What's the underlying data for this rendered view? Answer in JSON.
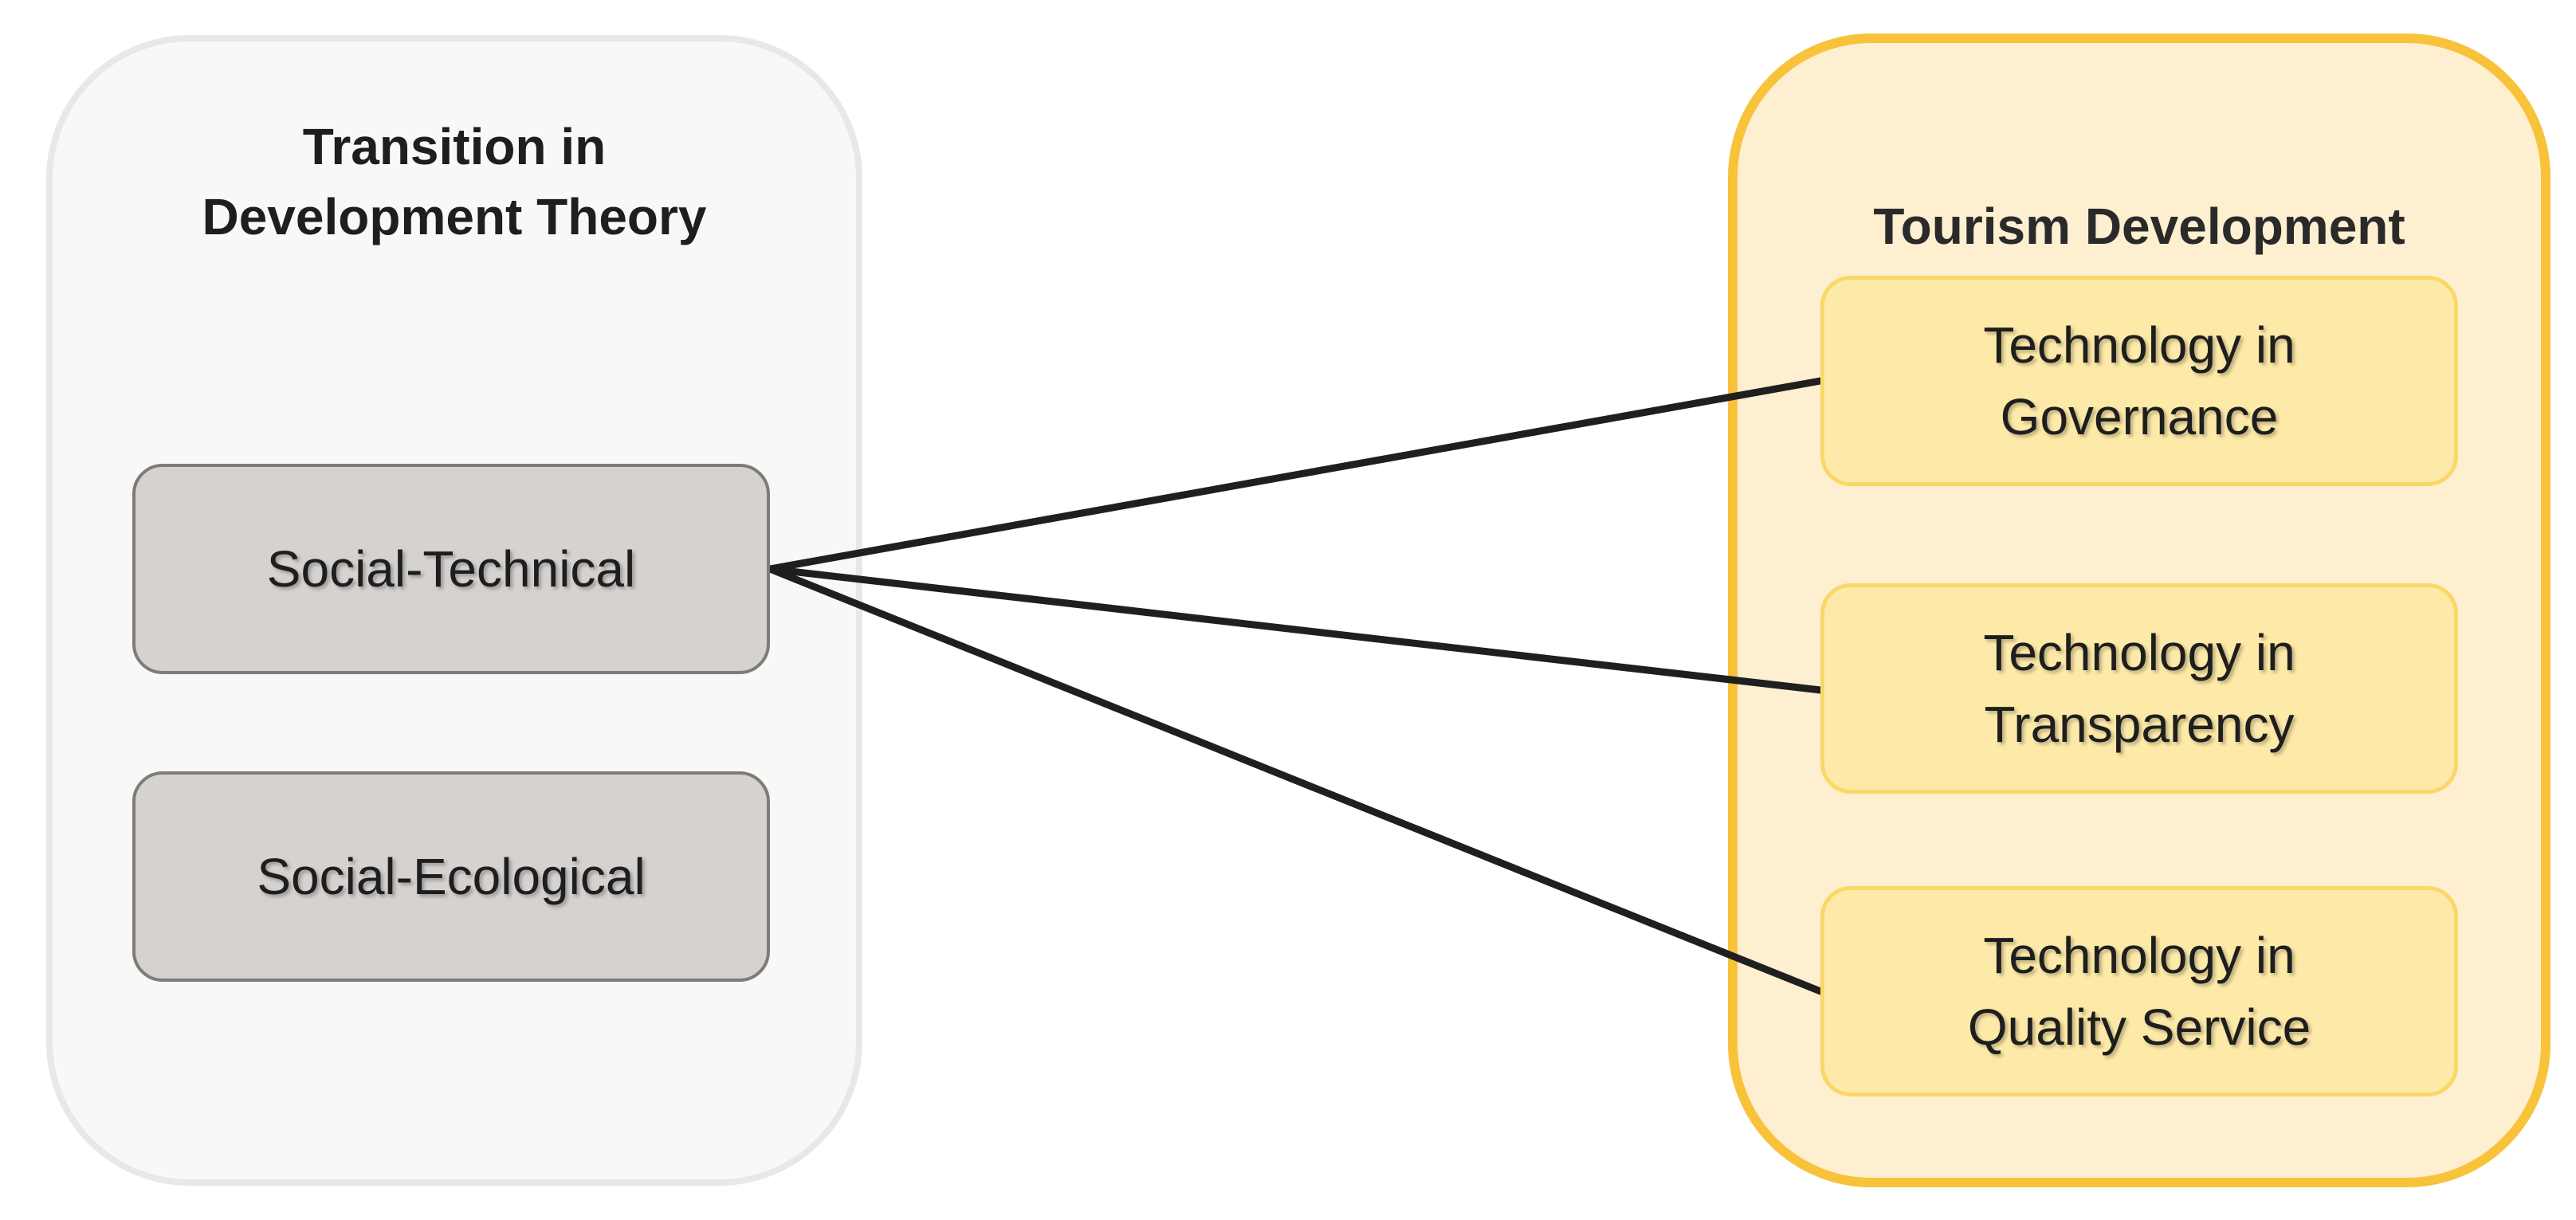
{
  "left_group": {
    "title": "Transition in\nDevelopment Theory",
    "nodes": [
      {
        "id": "social-technical",
        "label": "Social-Technical"
      },
      {
        "id": "social-ecological",
        "label": "Social-Ecological"
      }
    ]
  },
  "right_group": {
    "title": "Tourism Development",
    "nodes": [
      {
        "id": "governance",
        "label": "Technology in\nGovernance"
      },
      {
        "id": "transparency",
        "label": "Technology in\nTransparency"
      },
      {
        "id": "quality",
        "label": "Technology in\nQuality Service"
      }
    ]
  },
  "connections": [
    {
      "from": "social-technical",
      "to": "governance"
    },
    {
      "from": "social-technical",
      "to": "transparency"
    },
    {
      "from": "social-technical",
      "to": "quality"
    }
  ],
  "colors": {
    "left_panel_fill": "#f8f8f7",
    "left_panel_border": "#e8e8e6",
    "right_panel_fill": "#fdefd0",
    "right_panel_border": "#f8c23a",
    "grey_node_fill": "#d5d2d0",
    "yellow_node_fill": "#feeaa8",
    "connector": "#1f1f1f"
  }
}
